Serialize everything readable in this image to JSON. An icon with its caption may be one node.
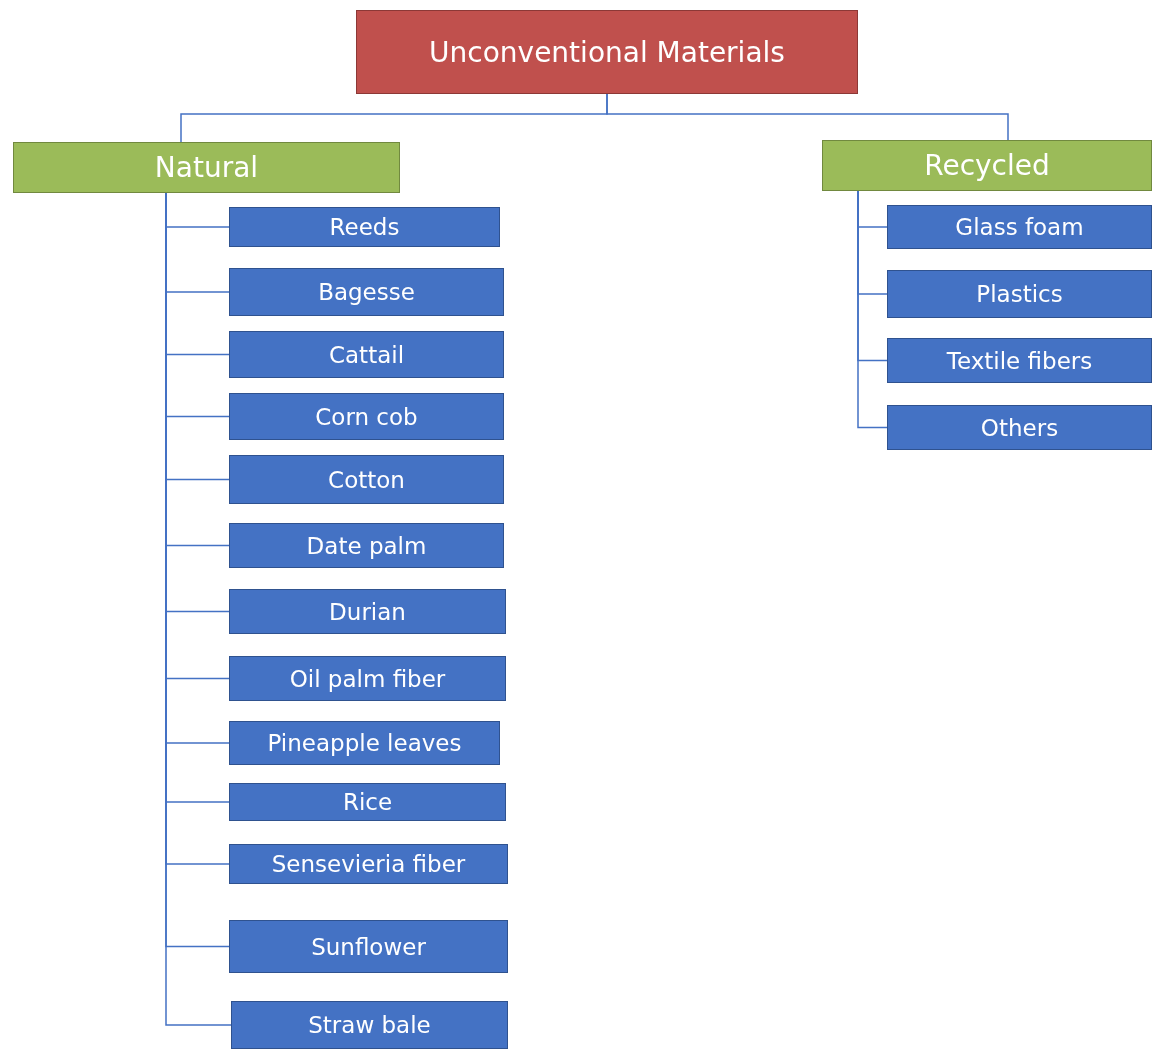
{
  "diagram": {
    "nodes": [
      {
        "text": [
          "Unconventional Materials"
        ]
      },
      {
        "text": [
          "Natural"
        ]
      },
      {
        "text": [
          "Recycled"
        ]
      },
      {
        "text": [
          "Reeds"
        ]
      },
      {
        "text": [
          "Bagesse"
        ]
      },
      {
        "text": [
          "Cattail"
        ]
      },
      {
        "text": [
          "Corn cob"
        ]
      },
      {
        "text": [
          "Cotton"
        ]
      },
      {
        "text": [
          "Date palm"
        ]
      },
      {
        "text": [
          "Durian"
        ]
      },
      {
        "text": [
          "Oil palm fiber"
        ]
      },
      {
        "text": [
          "Pineapple leaves"
        ]
      },
      {
        "text": [
          "Rice"
        ]
      },
      {
        "text": [
          "Sensevieria fiber"
        ]
      },
      {
        "text": [
          "Sunflower"
        ]
      },
      {
        "text": [
          "Straw bale"
        ]
      },
      {
        "text": [
          "Glass foam"
        ]
      },
      {
        "text": [
          "Plastics"
        ]
      },
      {
        "text": [
          "Textile fibers"
        ]
      },
      {
        "text": [
          "Others"
        ]
      }
    ],
    "edges": [
      {
        "from": 0,
        "to": 1,
        "arrow": "none"
      },
      {
        "from": 0,
        "to": 2,
        "arrow": "none"
      },
      {
        "from": 1,
        "to": 3,
        "arrow": "none"
      },
      {
        "from": 1,
        "to": 4,
        "arrow": "none"
      },
      {
        "from": 1,
        "to": 5,
        "arrow": "none"
      },
      {
        "from": 1,
        "to": 6,
        "arrow": "none"
      },
      {
        "from": 1,
        "to": 7,
        "arrow": "none"
      },
      {
        "from": 1,
        "to": 8,
        "arrow": "none"
      },
      {
        "from": 1,
        "to": 9,
        "arrow": "none"
      },
      {
        "from": 1,
        "to": 10,
        "arrow": "none"
      },
      {
        "from": 1,
        "to": 11,
        "arrow": "none"
      },
      {
        "from": 1,
        "to": 12,
        "arrow": "none"
      },
      {
        "from": 1,
        "to": 13,
        "arrow": "none"
      },
      {
        "from": 1,
        "to": 14,
        "arrow": "none"
      },
      {
        "from": 1,
        "to": 15,
        "arrow": "none"
      },
      {
        "from": 2,
        "to": 16,
        "arrow": "none"
      },
      {
        "from": 2,
        "to": 17,
        "arrow": "none"
      },
      {
        "from": 2,
        "to": 18,
        "arrow": "none"
      },
      {
        "from": 2,
        "to": 19,
        "arrow": "none"
      }
    ]
  }
}
